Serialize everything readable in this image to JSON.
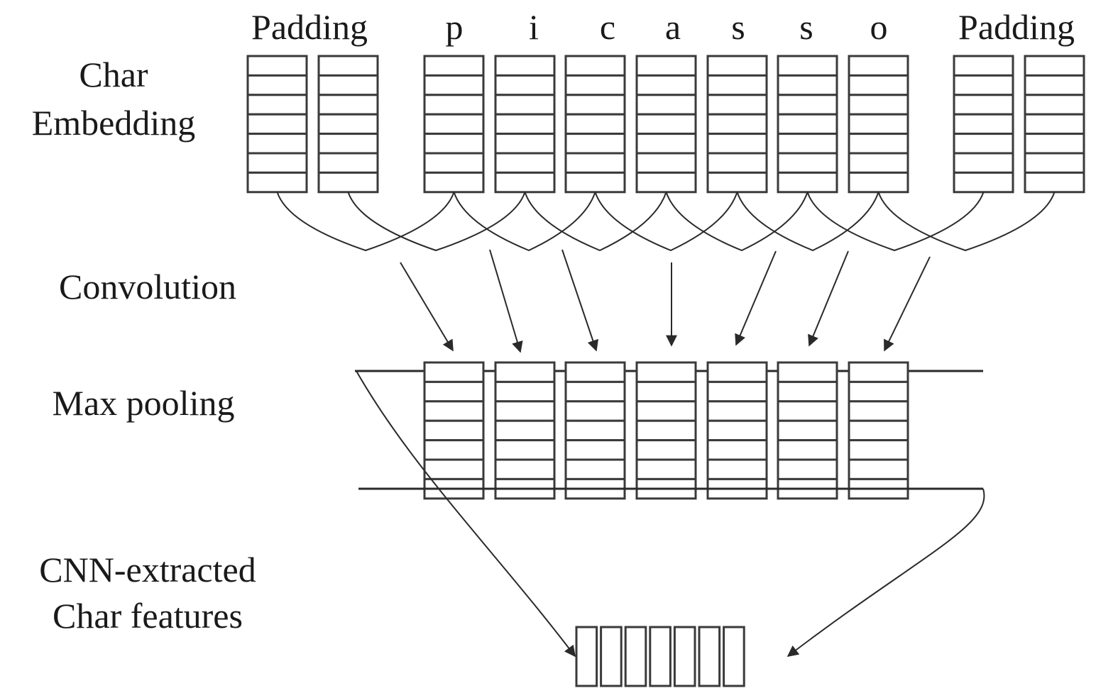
{
  "labels": {
    "char_embedding_line1": "Char",
    "char_embedding_line2": "Embedding",
    "convolution": "Convolution",
    "max_pooling": "Max pooling",
    "cnn_line1": "CNN-extracted",
    "cnn_line2": "Char features"
  },
  "header": {
    "padding_left": "Padding",
    "padding_right": "Padding",
    "chars": [
      "p",
      "i",
      "c",
      "a",
      "s",
      "s",
      "o"
    ]
  },
  "embedding_cells": 7,
  "pooling_cells": 7,
  "feature_cells": 7
}
